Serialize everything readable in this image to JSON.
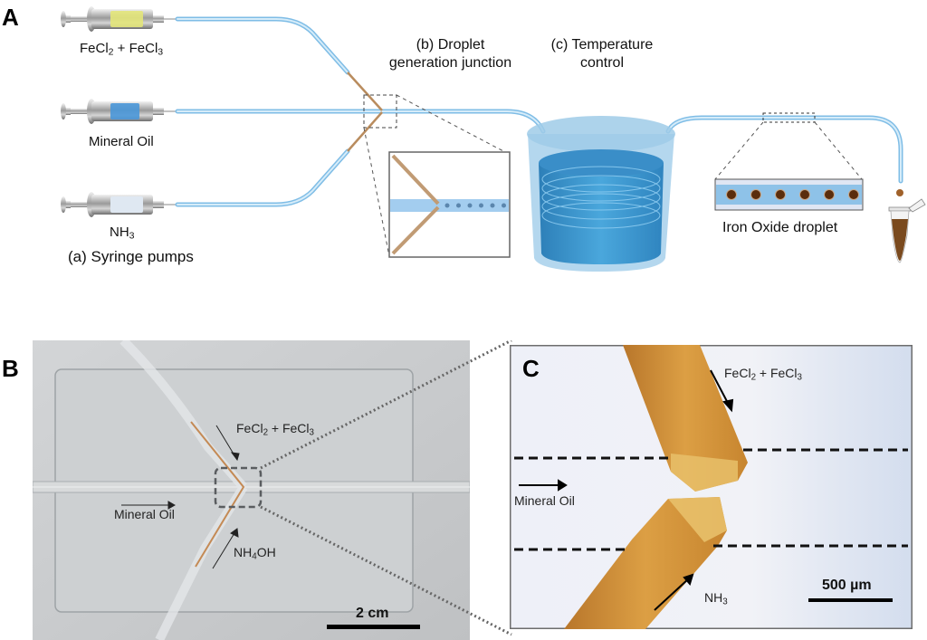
{
  "panels": {
    "A": {
      "letter": "A",
      "syringes": [
        {
          "label_main": "FeCl",
          "label_sub1": "2",
          "label_mid": " + FeCl",
          "label_sub2": "3",
          "fill_color": "#e3e67a"
        },
        {
          "label_main": "Mineral Oil",
          "fill_color": "#4a97d8"
        },
        {
          "label_main": "NH",
          "label_sub1": "3",
          "fill_color": "#dfe8f2"
        }
      ],
      "syringe_group_label": "(a) Syringe pumps",
      "junction_label_line1": "(b) Droplet",
      "junction_label_line2": "generation junction",
      "temperature_label_line1": "(c)  Temperature",
      "temperature_label_line2": "control",
      "droplet_label": "Iron Oxide droplet",
      "droplet_count": 6,
      "inset_droplet_count": 6
    },
    "B": {
      "letter": "B",
      "inlet_top": {
        "main": "FeCl",
        "sub1": "2",
        "mid": " + FeCl",
        "sub2": "3"
      },
      "inlet_left": "Mineral Oil",
      "inlet_bottom": {
        "main": "NH",
        "sub1": "4",
        "tail": "OH"
      },
      "scale_bar": "2 cm"
    },
    "C": {
      "letter": "C",
      "inlet_top": {
        "main": "FeCl",
        "sub1": "2",
        "mid": " + FeCl",
        "sub2": "3"
      },
      "inlet_left": "Mineral Oil",
      "inlet_bottom": {
        "main": "NH",
        "sub1": "3"
      },
      "scale_bar": "500 µm"
    }
  },
  "colors": {
    "tubing": "#a9d3ef",
    "capillary": "#b98c5e",
    "water": "#3d96cf",
    "droplet": "#5a2d0c",
    "photo_bg": "#c9cbcd",
    "micro_bg": "#e9edf6",
    "micro_tube": "#d69a3a"
  }
}
